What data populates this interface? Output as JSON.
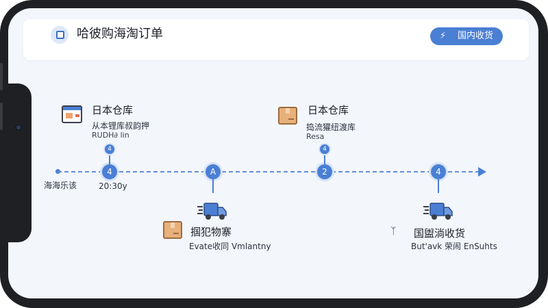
{
  "header": {
    "title": "哈彼购海淘订单",
    "badge_icon": "lightning-icon",
    "badge_label": "国内收货"
  },
  "colors": {
    "accent": "#4a7fd4",
    "screen_bg": "#f3f6fb",
    "frame": "#1f2023",
    "box": "#e8b07a"
  },
  "timeline": {
    "start_label": "海海乐该",
    "start_time": "20:30y",
    "nodes": [
      "4",
      "A",
      "2",
      "4"
    ],
    "mini_nodes": [
      "4",
      "4"
    ]
  },
  "stops": {
    "japan_warehouse_1": {
      "title": "日本仓库",
      "sub": "从本锂库叔韵押",
      "sub2": "RUDH∂ lin",
      "icon": "window-icon"
    },
    "japan_warehouse_2": {
      "title": "日本仓库",
      "sub": "捣流獾纽渡库",
      "sub2": "Resa",
      "icon": "package-icon"
    },
    "shipping": {
      "title": "掴犯物寨",
      "sub": "Evate收同 Vmlantny",
      "icon": "package-icon"
    },
    "domestic_delivery": {
      "title": "国盥淌收货",
      "sub": "But'avk 荣闹 EnSuhts",
      "icon": "plant-icon"
    }
  }
}
